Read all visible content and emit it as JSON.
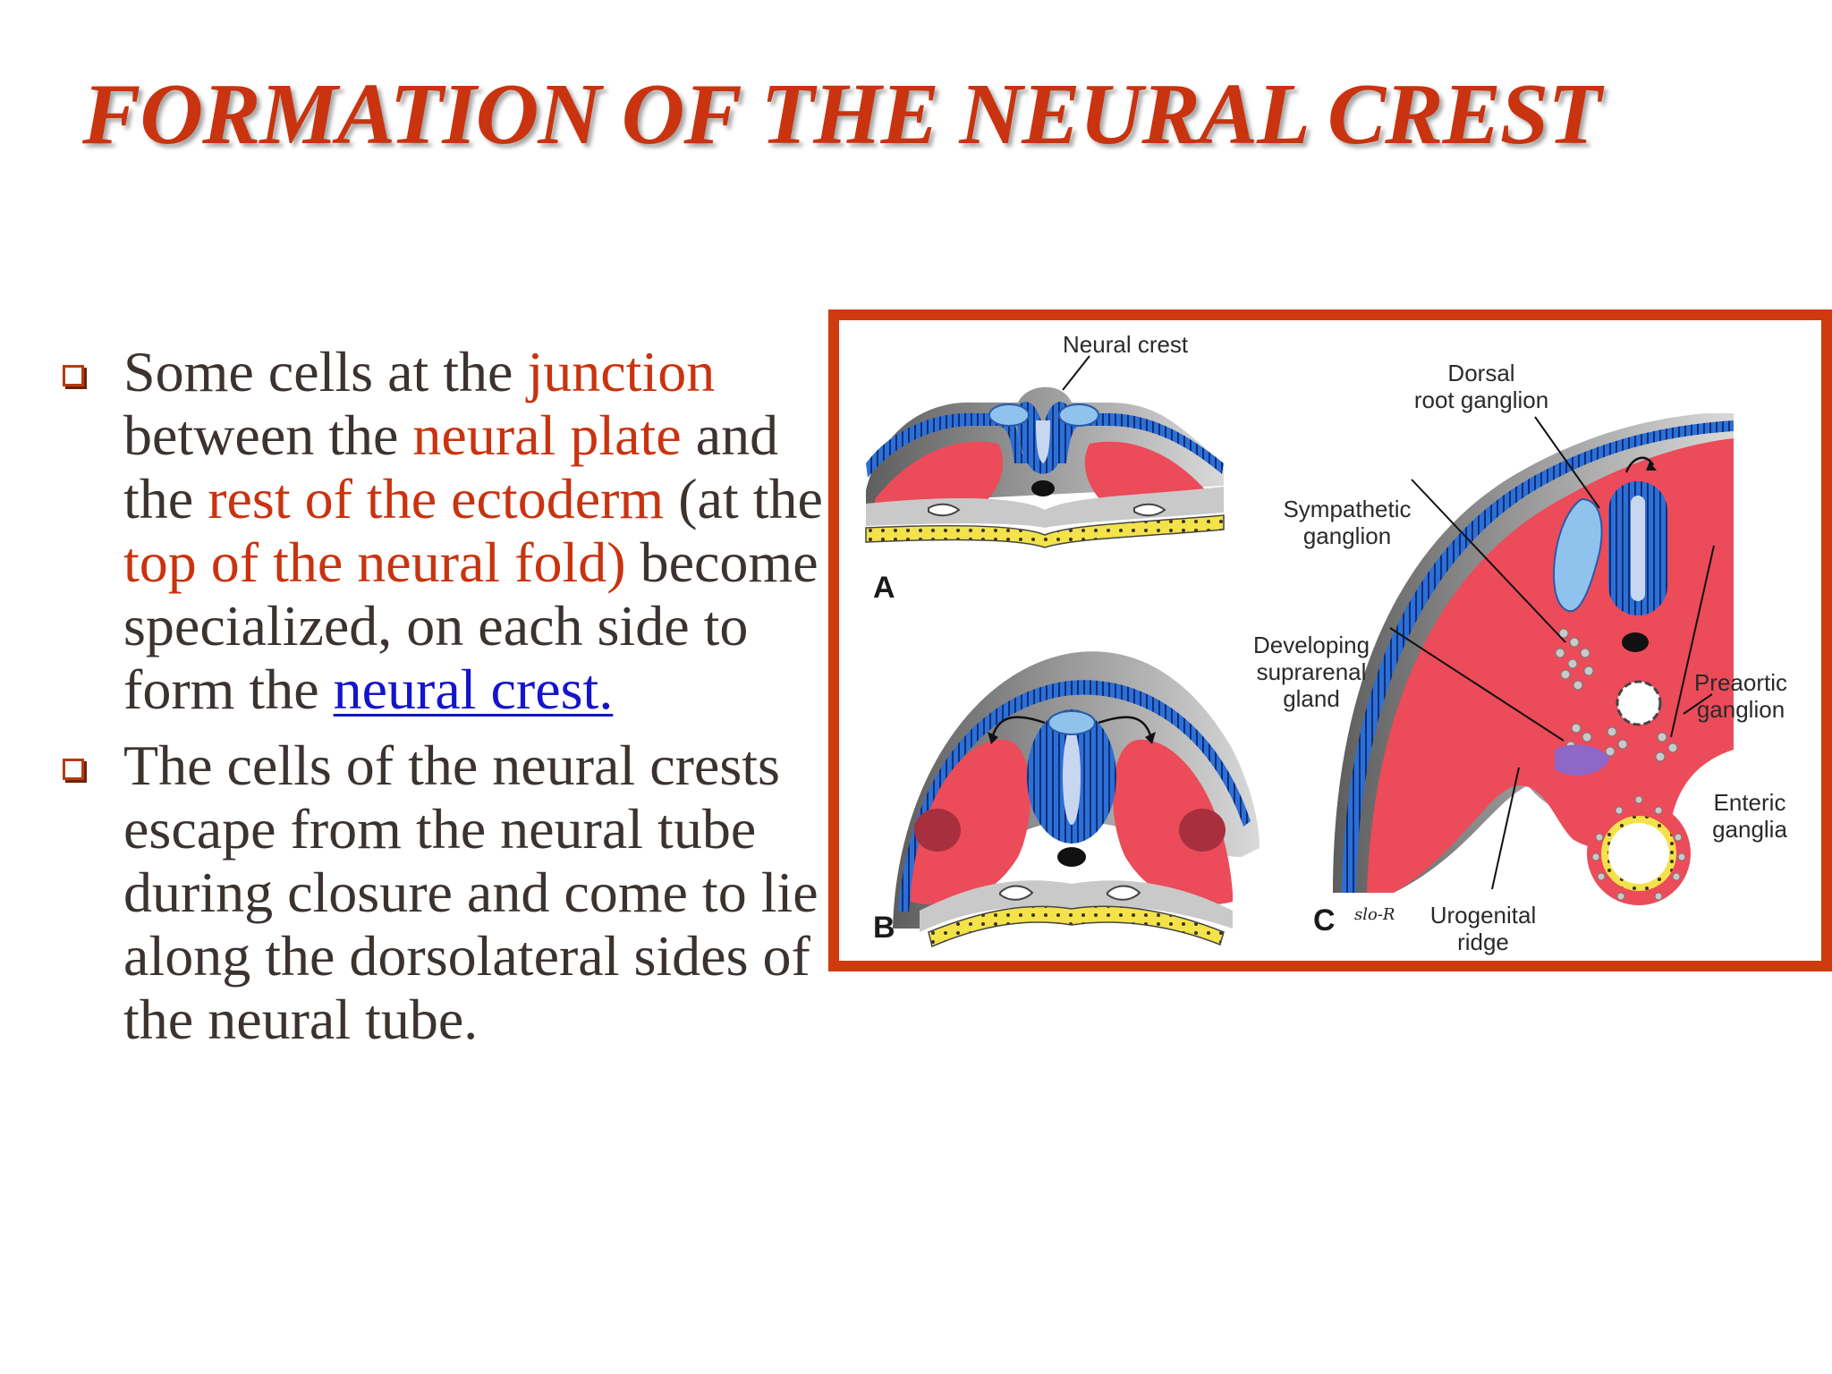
{
  "slide": {
    "title": "FORMATION OF THE NEURAL CREST",
    "bullets": [
      {
        "segments": [
          {
            "text": "Some cells at the ",
            "style": "normal"
          },
          {
            "text": "junction",
            "style": "highlight"
          },
          {
            "text": " between the ",
            "style": "normal"
          },
          {
            "text": "neural plate",
            "style": "highlight"
          },
          {
            "text": " and the ",
            "style": "normal"
          },
          {
            "text": "rest of the ectoderm",
            "style": "highlight"
          },
          {
            "text": " (at the ",
            "style": "normal"
          },
          {
            "text": "top of the neural fold)",
            "style": "highlight"
          },
          {
            "text": " become specialized, on each side to form the ",
            "style": "normal"
          },
          {
            "text": "neural crest.",
            "style": "link"
          }
        ]
      },
      {
        "segments": [
          {
            "text": "The cells of the neural crests escape from the neural tube during closure and come to lie along the dorsolateral sides of the neural tube.",
            "style": "normal"
          }
        ]
      }
    ],
    "colors": {
      "title": "#c9330f",
      "highlight": "#c9330f",
      "link": "#1414cc",
      "body_text": "#3a3330",
      "frame": "#cf3a0e"
    }
  },
  "figure": {
    "panel_labels": {
      "a": "A",
      "b": "B",
      "c": "C"
    },
    "labels": {
      "neural_crest": "Neural crest",
      "dorsal_root_ganglion": [
        "Dorsal",
        "root ganglion"
      ],
      "sympathetic_ganglion": [
        "Sympathetic",
        "ganglion"
      ],
      "developing_suprarenal_gland": [
        "Developing",
        "suprarenal",
        "gland"
      ],
      "preaortic_ganglion": [
        "Preaortic",
        "ganglion"
      ],
      "enteric_ganglia": [
        "Enteric",
        "ganglia"
      ],
      "urogenital_ridge": [
        "Urogenital",
        "ridge"
      ]
    },
    "signature": "slo-R"
  }
}
